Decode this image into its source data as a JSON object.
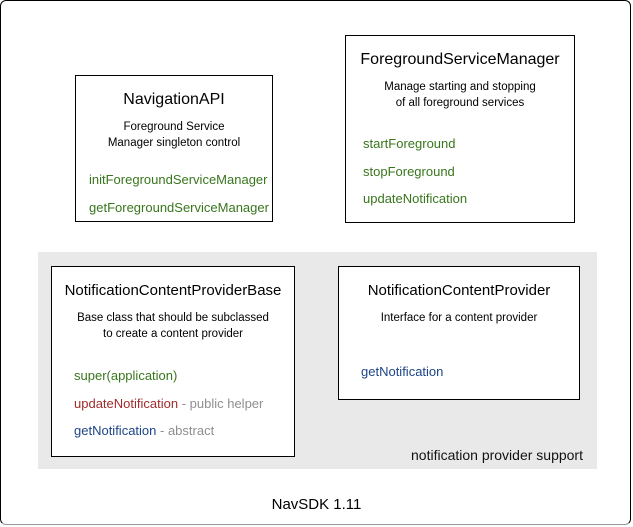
{
  "colors": {
    "method_green": "#38761d",
    "method_red": "#a02c2c",
    "method_blue": "#1c4587",
    "annotation_gray": "#8f8f8f",
    "region_background": "#e9e9e9",
    "box_border": "#000000"
  },
  "boxes": {
    "navigation_api": {
      "title": "NavigationAPI",
      "description_line1": "Foreground Service",
      "description_line2": "Manager singleton control",
      "methods": [
        {
          "label": "initForegroundServiceManager"
        },
        {
          "label": "getForegroundServiceManager"
        }
      ]
    },
    "foreground_service_manager": {
      "title": "ForegroundServiceManager",
      "description_line1": "Manage starting and stopping",
      "description_line2": "of all foreground services",
      "methods": [
        {
          "label": "startForeground"
        },
        {
          "label": "stopForeground"
        },
        {
          "label": "updateNotification"
        }
      ]
    },
    "notification_content_provider_base": {
      "title": "NotificationContentProviderBase",
      "description_line1": "Base class that should be subclassed",
      "description_line2": "to create a content provider",
      "methods": [
        {
          "label": "super(application)",
          "annotation": ""
        },
        {
          "label": "updateNotification",
          "annotation": "- public helper"
        },
        {
          "label": "getNotification",
          "annotation": "- abstract"
        }
      ]
    },
    "notification_content_provider": {
      "title": "NotificationContentProvider",
      "description_line1": "Interface for a content provider",
      "methods": [
        {
          "label": "getNotification"
        }
      ]
    }
  },
  "region": {
    "label": "notification provider support"
  },
  "footer": {
    "label": "NavSDK 1.11"
  }
}
